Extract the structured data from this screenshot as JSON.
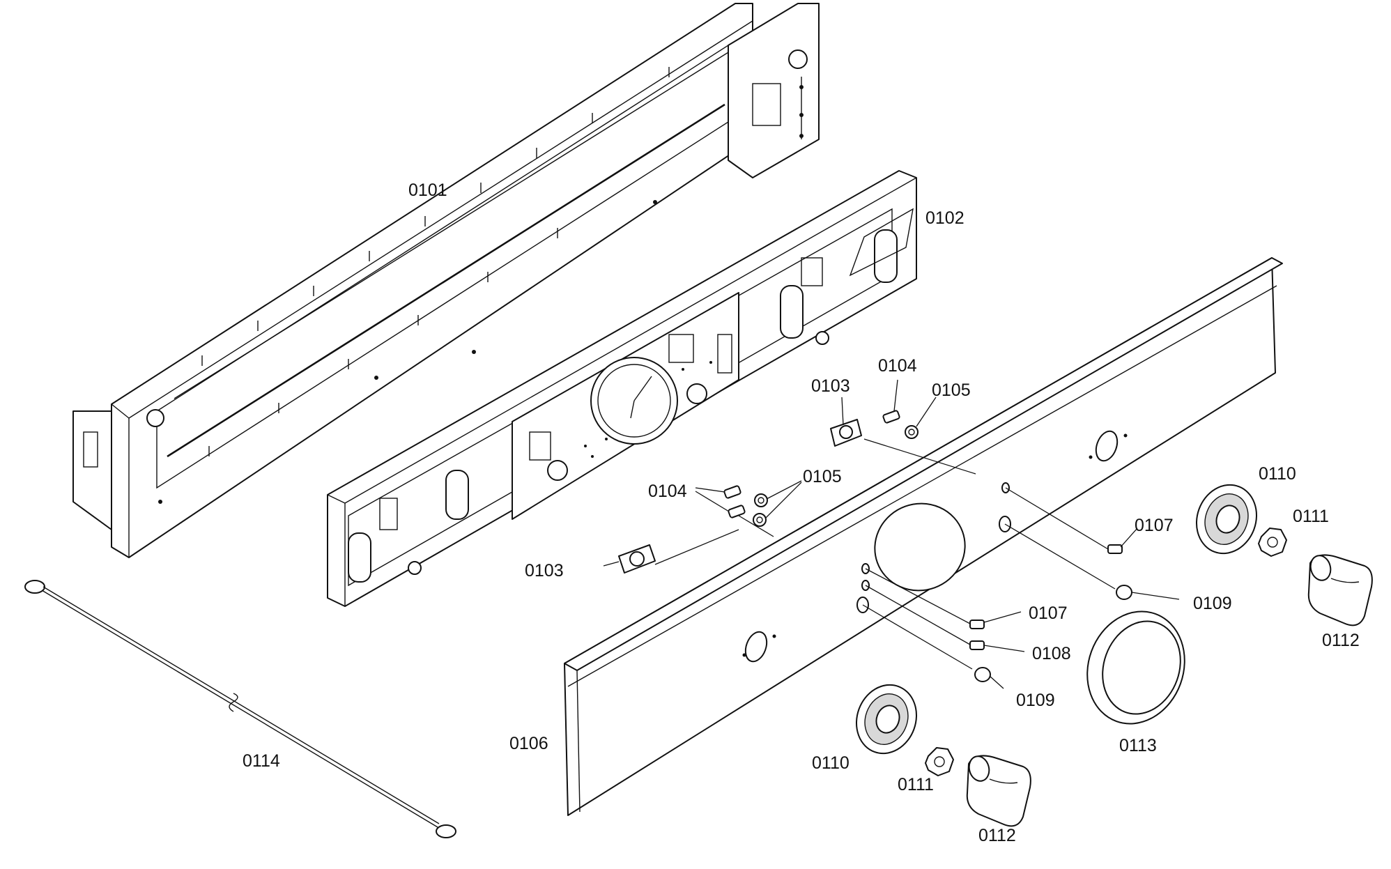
{
  "callouts": {
    "c0101": "0101",
    "c0102": "0102",
    "c0103a": "0103",
    "c0103b": "0103",
    "c0104a": "0104",
    "c0104b": "0104",
    "c0105a": "0105",
    "c0105b": "0105",
    "c0106": "0106",
    "c0107a": "0107",
    "c0107b": "0107",
    "c0108": "0108",
    "c0109a": "0109",
    "c0109b": "0109",
    "c0110a": "0110",
    "c0110b": "0110",
    "c0111a": "0111",
    "c0111b": "0111",
    "c0112a": "0112",
    "c0112b": "0112",
    "c0113": "0113",
    "c0114": "0114"
  }
}
